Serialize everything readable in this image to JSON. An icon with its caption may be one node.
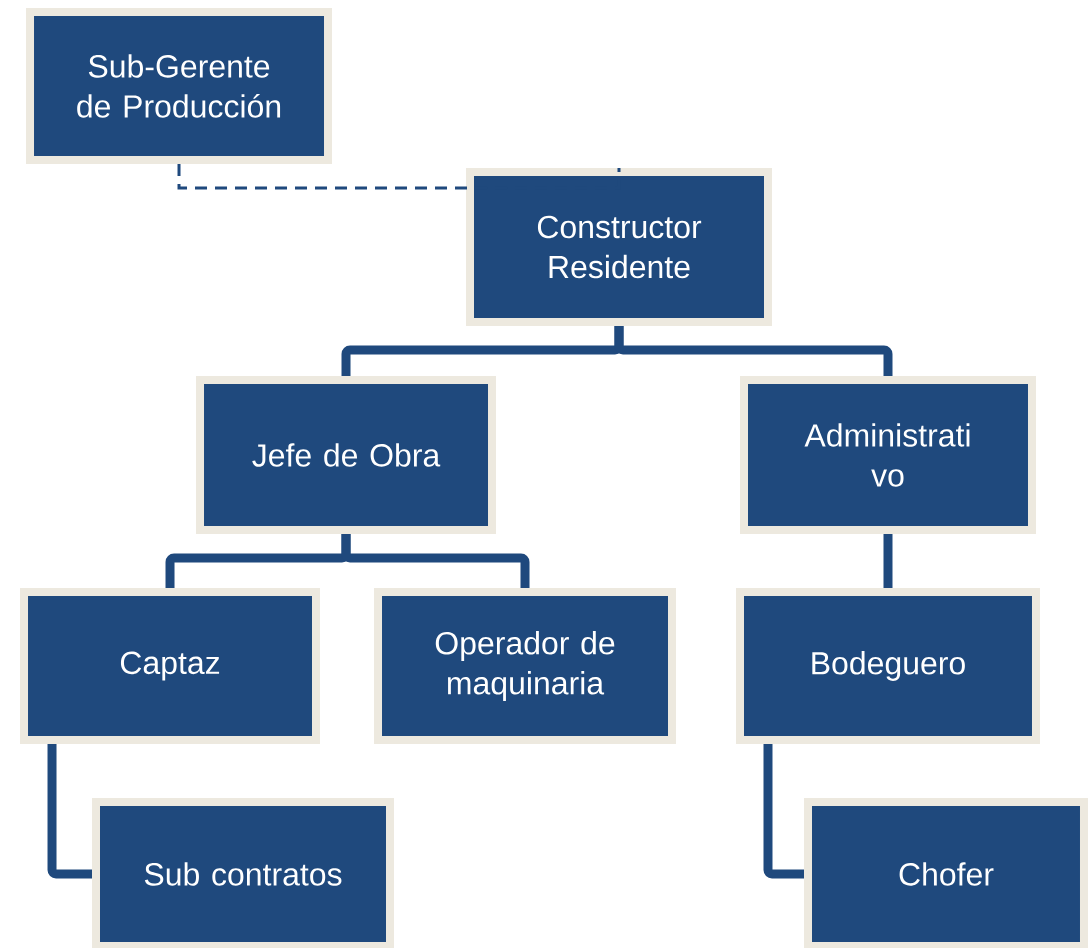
{
  "diagram": {
    "nodes": [
      {
        "text": [
          "Sub-Gerente de Producción"
        ]
      },
      {
        "text": [
          "Constructor Residente"
        ]
      },
      {
        "text": [
          "Jefe de Obra"
        ]
      },
      {
        "text": [
          "Administrati vo"
        ]
      },
      {
        "text": [
          "Captaz"
        ]
      },
      {
        "text": [
          "Operador de maquinaria"
        ]
      },
      {
        "text": [
          "Bodeguero"
        ]
      },
      {
        "text": [
          "Sub contratos"
        ]
      },
      {
        "text": [
          "Chofer"
        ]
      }
    ],
    "edges": [
      {
        "from": 0,
        "to": 1,
        "arrow": "none",
        "style": "dashed"
      },
      {
        "from": 1,
        "to": 2,
        "arrow": "none"
      },
      {
        "from": 1,
        "to": 3,
        "arrow": "none"
      },
      {
        "from": 2,
        "to": 4,
        "arrow": "none"
      },
      {
        "from": 2,
        "to": 5,
        "arrow": "none"
      },
      {
        "from": 3,
        "to": 6,
        "arrow": "none"
      },
      {
        "from": 4,
        "to": 7,
        "arrow": "none"
      },
      {
        "from": 6,
        "to": 8,
        "arrow": "none"
      }
    ]
  }
}
